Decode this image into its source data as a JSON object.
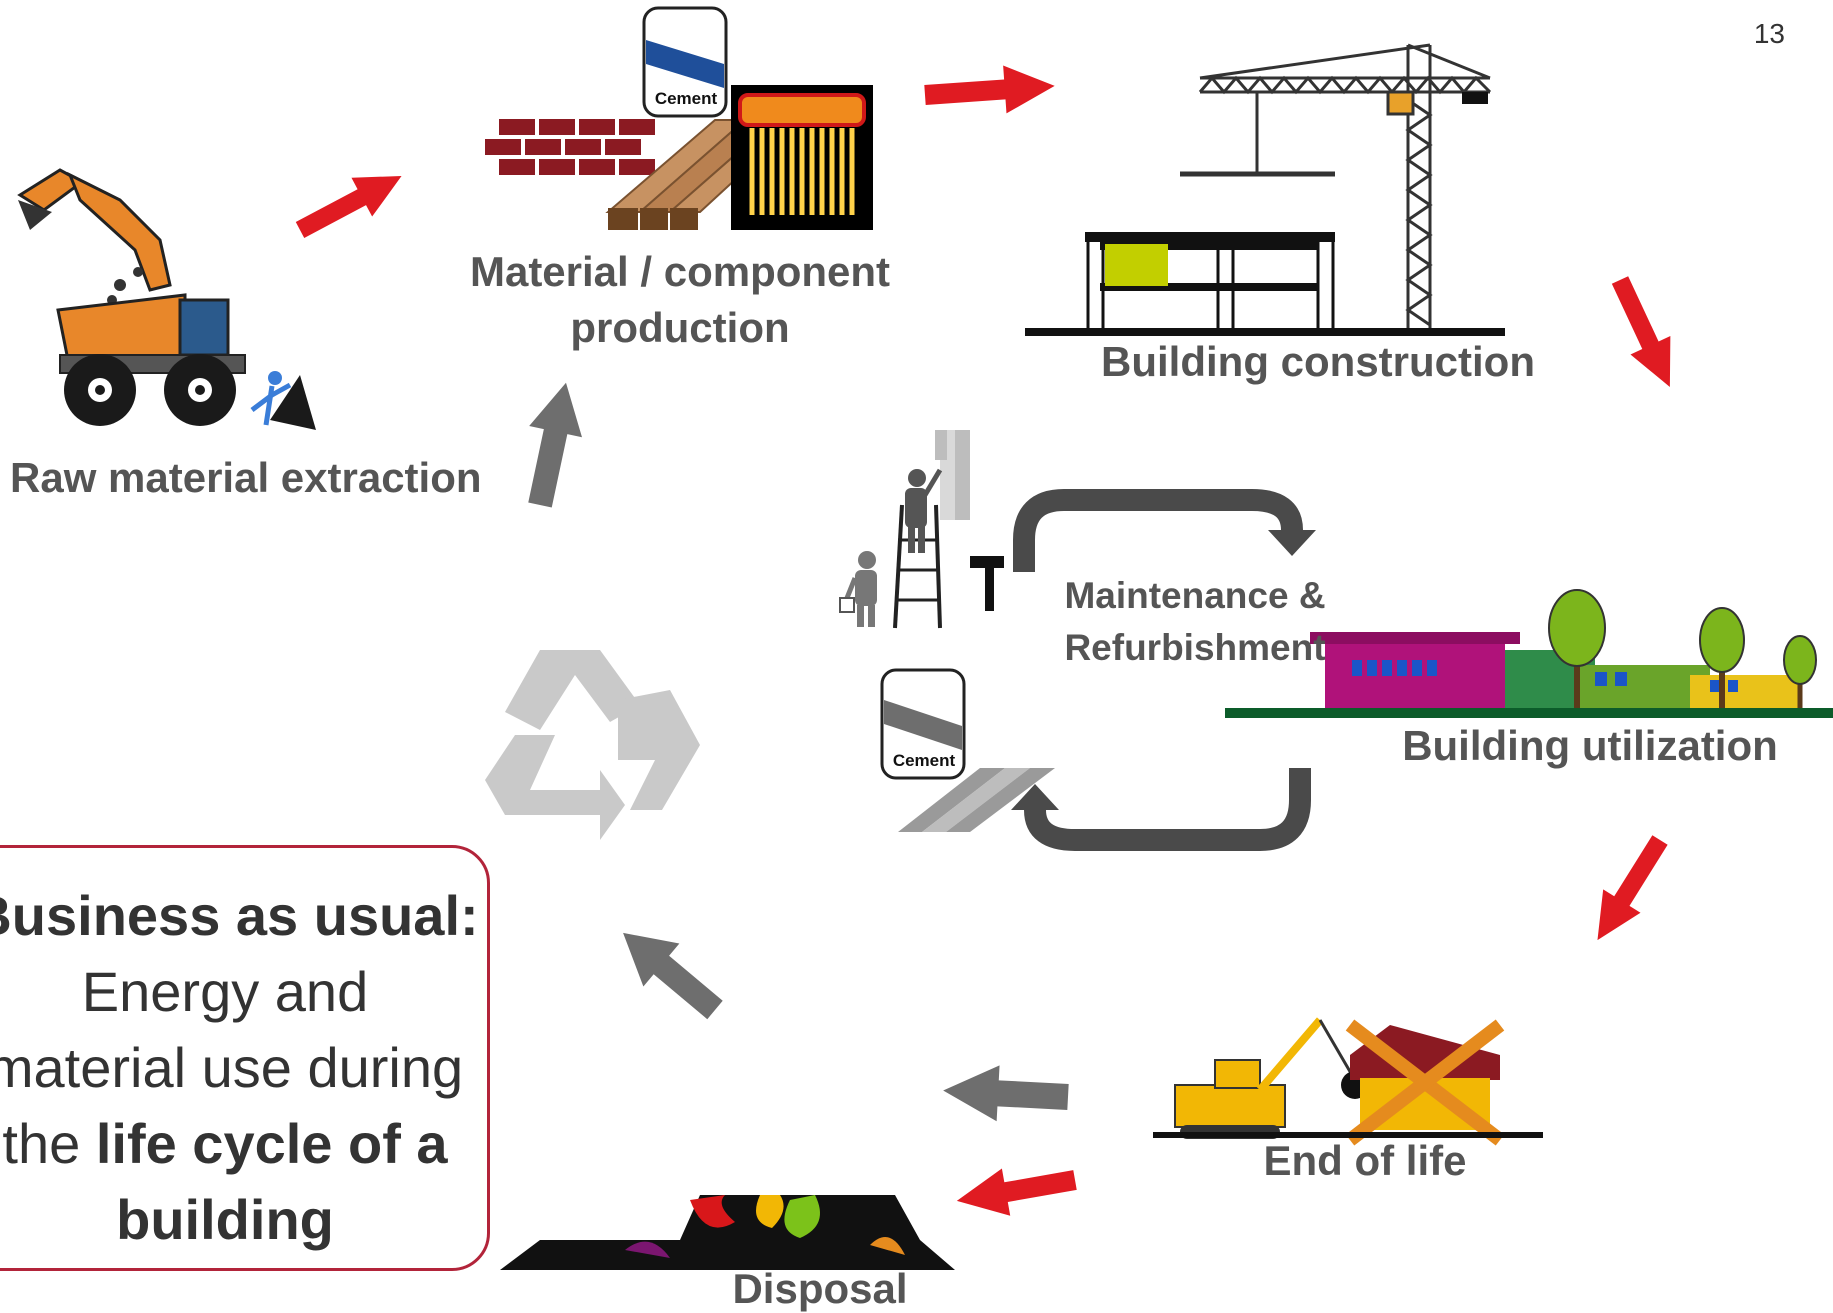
{
  "page_number": "13",
  "stages": {
    "raw_material_extraction": "Raw material extraction",
    "material_production_line1": "Material / component",
    "material_production_line2": "production",
    "building_construction": "Building construction",
    "maintenance_line1": "Maintenance &",
    "maintenance_line2": "Refurbishment",
    "building_utilization": "Building utilization",
    "end_of_life": "End of life",
    "disposal": "Disposal"
  },
  "product_labels": {
    "cement_top": "Cement",
    "cement_bottom": "Cement"
  },
  "callout": {
    "title": "Business as usual:",
    "line1": "Energy and",
    "line2": "material use during",
    "line3_prefix": "the ",
    "line3_bold": "life cycle of a",
    "line4_bold": "building"
  },
  "colors": {
    "forward_arrow": "#e01b22",
    "circular_arrow": "#6e6e6e",
    "callout_border": "#b2243a",
    "label_text": "#555555"
  },
  "icons": [
    "excavator-truck-icon",
    "brick-icon",
    "cement-bag-icon",
    "timber-icon",
    "solar-collector-icon",
    "crane-icon",
    "building-frame-icon",
    "painter-icon",
    "hammer-icon",
    "houses-trees-icon",
    "demolition-icon",
    "landfill-icon",
    "recycle-icon"
  ]
}
